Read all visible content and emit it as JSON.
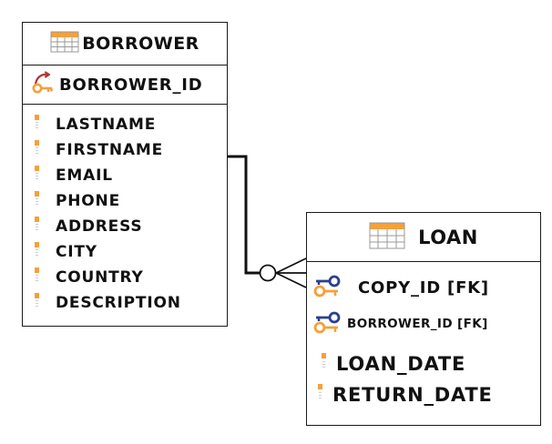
{
  "borrower": {
    "title": "BORROWER",
    "primary_key": "BORROWER_ID",
    "attributes": [
      "LASTNAME",
      "FIRSTNAME",
      "EMAIL",
      "PHONE",
      "ADDRESS",
      "CITY",
      "COUNTRY",
      "DESCRIPTION"
    ]
  },
  "loan": {
    "title": "LOAN",
    "foreign_keys": [
      "COPY_ID [FK]",
      "BORROWER_ID [FK]"
    ],
    "attributes": [
      "LOAN_DATE",
      "RETURN_DATE"
    ]
  },
  "relationship": {
    "from": "BORROWER",
    "to": "LOAN",
    "notation": "crows-foot",
    "to_cardinality": "zero-or-many"
  },
  "colors": {
    "table_icon": "#f5a03a",
    "key_blue": "#2c3f8f",
    "key_orange": "#f5a03a",
    "attribute_marker": "#f5a03a",
    "text": "#111111",
    "border": "#1a1a1a"
  },
  "icons": {
    "table": "table-icon",
    "primary_key": "primary-key-icon",
    "foreign_key": "foreign-key-icon",
    "attribute": "attribute-icon"
  }
}
